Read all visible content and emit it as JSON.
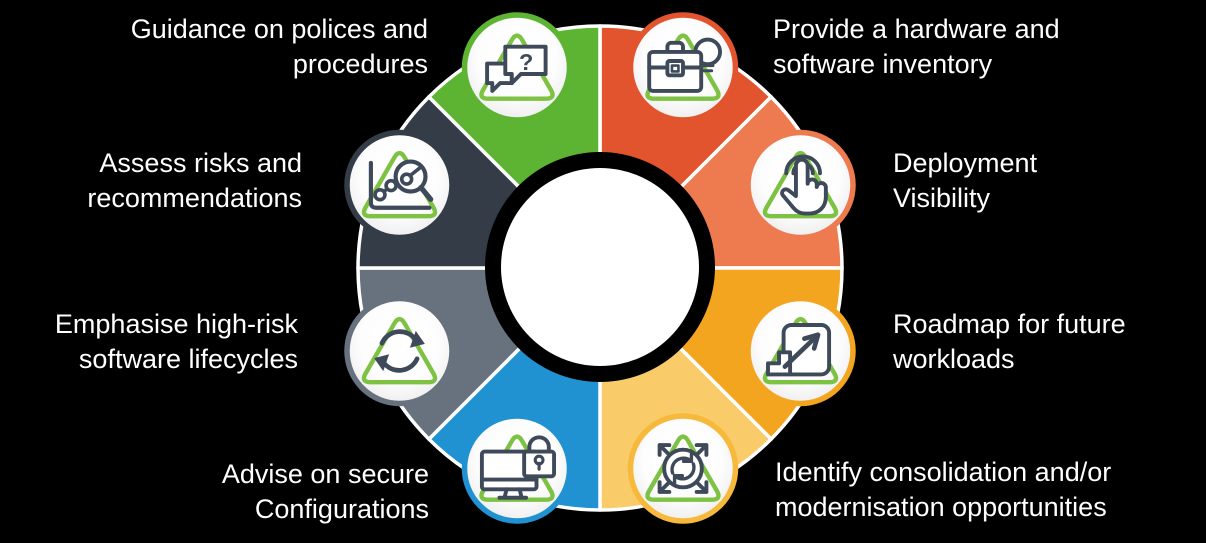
{
  "infographic": {
    "type": "circular-segment-wheel",
    "segment_count": 8,
    "colors": {
      "background": "#000000",
      "hub_ring": "#000000",
      "hub_fill": "#ffffff",
      "divider": "#ffffff",
      "icon_line": "#3E4A59",
      "icon_triangle": "#7DC242",
      "label_text": "#ffffff"
    }
  },
  "segments": [
    {
      "name": "guidance-policies",
      "position": "top-left",
      "color": "#5CB432",
      "icon": "chat-question-icon",
      "label_line1": "Guidance on polices and",
      "label_line2": "procedures"
    },
    {
      "name": "hardware-software-inventory",
      "position": "top-right",
      "color": "#E2542D",
      "icon": "briefcase-lightbulb-icon",
      "label_line1": "Provide a hardware and",
      "label_line2": "software inventory"
    },
    {
      "name": "deployment-visibility",
      "position": "right-upper",
      "color": "#EE7B50",
      "icon": "touch-gesture-icon",
      "label_line1": "Deployment",
      "label_line2": "Visibility"
    },
    {
      "name": "roadmap-future-workloads",
      "position": "right-lower",
      "color": "#F3A51F",
      "icon": "growth-arrow-icon",
      "label_line1": "Roadmap for future",
      "label_line2": "workloads"
    },
    {
      "name": "consolidation-modernisation",
      "position": "bottom-right",
      "color": "#FACB69",
      "ring_color": "#F6B93B",
      "icon": "distribute-refresh-icon",
      "label_line1": "Identify consolidation and/or",
      "label_line2": "modernisation opportunities"
    },
    {
      "name": "secure-configurations",
      "position": "bottom-left",
      "color": "#2092D1",
      "icon": "monitor-lock-icon",
      "label_line1": "Advise on secure",
      "label_line2": "Configurations"
    },
    {
      "name": "software-lifecycles",
      "position": "left-lower",
      "color": "#68727E",
      "icon": "sync-arrows-icon",
      "label_line1": "Emphasise high-risk",
      "label_line2": "software lifecycles"
    },
    {
      "name": "assess-risks",
      "position": "left-upper",
      "color": "#343D47",
      "icon": "chart-magnifier-icon",
      "label_line1": "Assess risks and",
      "label_line2": "recommendations"
    }
  ]
}
